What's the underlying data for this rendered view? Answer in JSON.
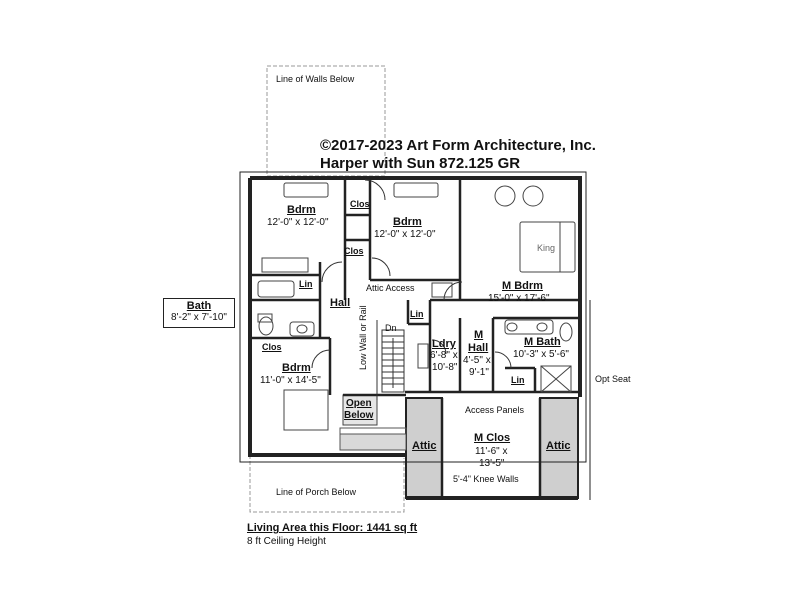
{
  "copyright": "©2017-2023 Art Form Architecture, Inc.",
  "plan_name": "Harper with Sun 872.125 GR",
  "notes": {
    "walls_below": "Line of Walls Below",
    "porch_below": "Line of Porch Below",
    "attic_access": "Attic Access",
    "low_wall": "Low Wall or Rail",
    "dn": "Dn",
    "access_panels": "Access Panels",
    "knee_walls": "5'-4\" Knee Walls",
    "opt_seat": "Opt Seat",
    "king": "King"
  },
  "rooms": {
    "bdrm1": {
      "name": "Bdrm",
      "dims": "12'-0\" x 12'-0\""
    },
    "bdrm2": {
      "name": "Bdrm",
      "dims": "12'-0\" x 12'-0\""
    },
    "bdrm3": {
      "name": "Bdrm",
      "dims": "11'-0\" x 14'-5\""
    },
    "mbdrm": {
      "name": "M Bdrm",
      "dims": "15'-0\" x 17'-6\""
    },
    "bath": {
      "name": "Bath",
      "dims": "8'-2\" x 7'-10\""
    },
    "hall": {
      "name": "Hall"
    },
    "mhall": {
      "name1": "M",
      "name2": "Hall",
      "dims1": "4'-5\" x",
      "dims2": "9'-1\""
    },
    "ldry": {
      "name": "Ldry",
      "dims1": "6'-8\" x",
      "dims2": "10'-8\""
    },
    "mbath": {
      "name": "M Bath",
      "dims": "10'-3\" x 5'-6\""
    },
    "mclos": {
      "name": "M Clos",
      "dims1": "11'-6\" x",
      "dims2": "13'-5\""
    },
    "attic_left": {
      "name": "Attic"
    },
    "attic_right": {
      "name": "Attic"
    },
    "open_below": {
      "name1": "Open",
      "name2": "Below"
    },
    "clos1": {
      "name": "Clos"
    },
    "clos2": {
      "name": "Clos"
    },
    "clos3": {
      "name": "Clos"
    },
    "lin1": {
      "name": "Lin"
    },
    "lin2": {
      "name": "Lin"
    },
    "lin3": {
      "name": "Lin"
    }
  },
  "footer": {
    "living_area": "Living Area this Floor: 1441 sq ft",
    "ceiling": "8 ft Ceiling Height"
  }
}
